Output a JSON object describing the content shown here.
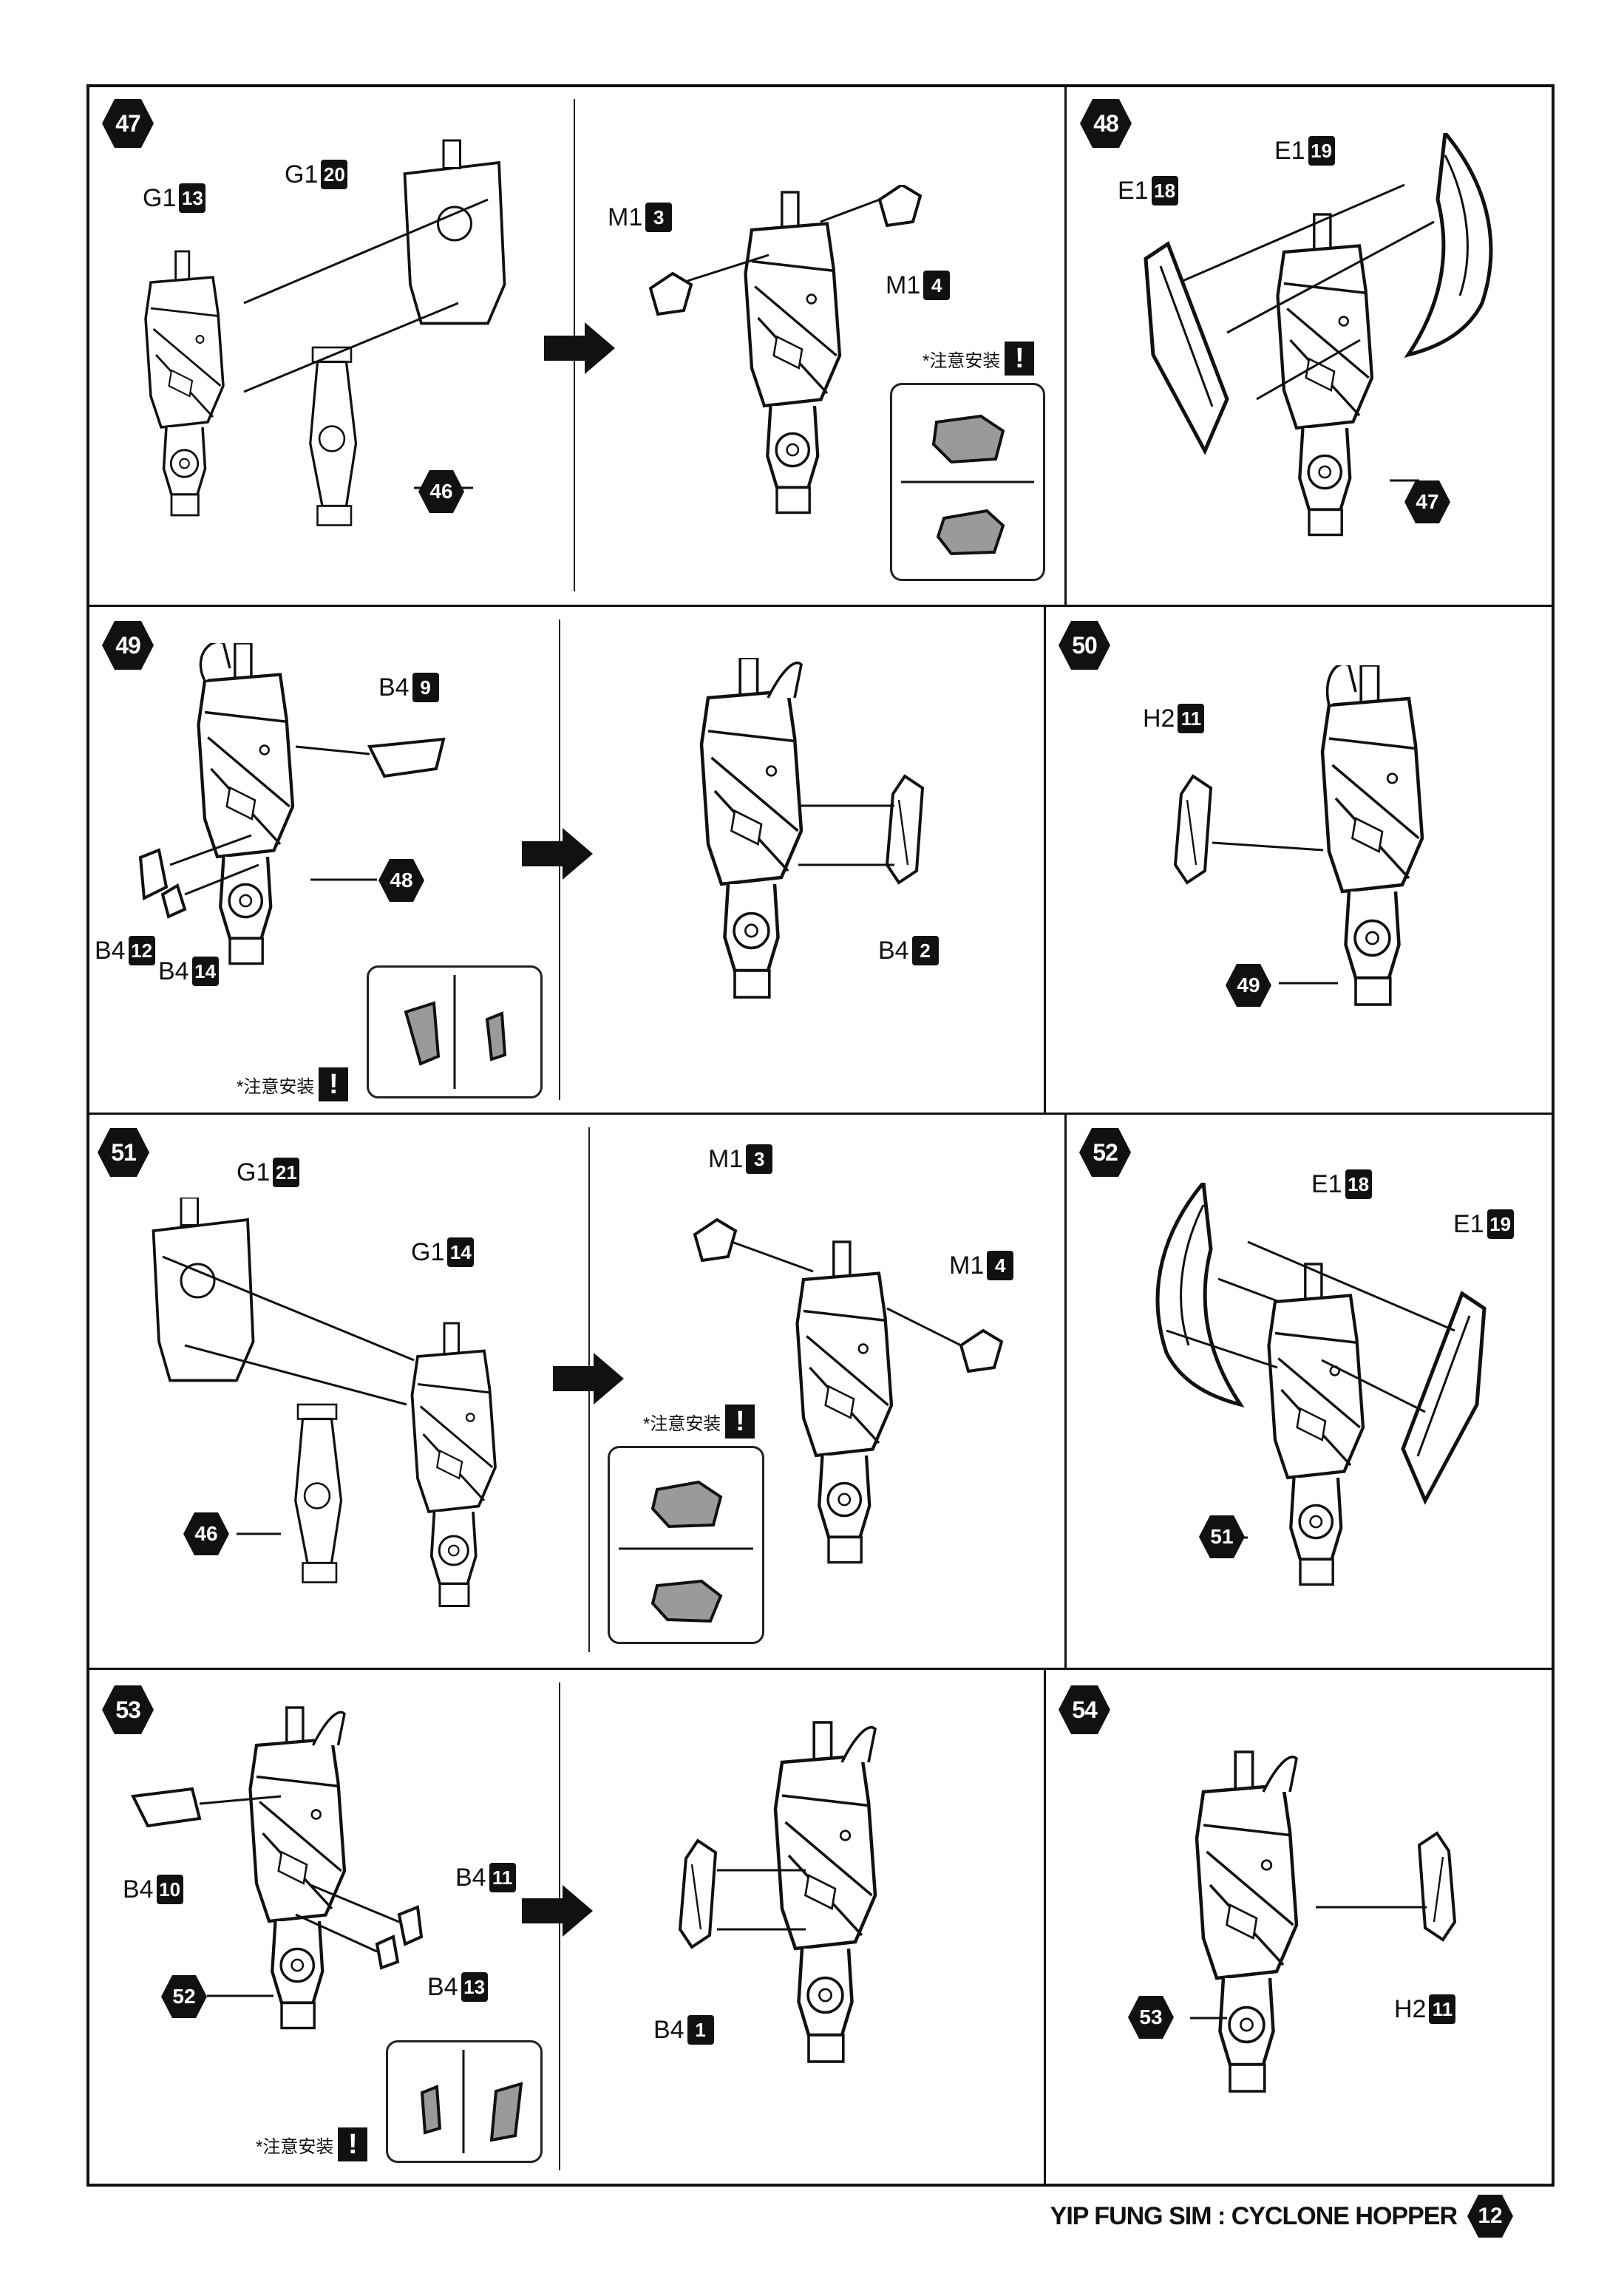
{
  "steps": {
    "s47": {
      "label": "47",
      "parts": {
        "g1_13": {
          "code": "G1",
          "num": "13"
        },
        "g1_20": {
          "code": "G1",
          "num": "20"
        },
        "m1_3": {
          "code": "M1",
          "num": "3"
        },
        "m1_4": {
          "code": "M1",
          "num": "4"
        }
      },
      "ref": "46",
      "note": "*注意安装"
    },
    "s48": {
      "label": "48",
      "parts": {
        "e1_19": {
          "code": "E1",
          "num": "19"
        },
        "e1_18": {
          "code": "E1",
          "num": "18"
        }
      },
      "ref": "47"
    },
    "s49": {
      "label": "49",
      "parts": {
        "b4_9": {
          "code": "B4",
          "num": "9"
        },
        "b4_12": {
          "code": "B4",
          "num": "12"
        },
        "b4_14": {
          "code": "B4",
          "num": "14"
        },
        "b4_2": {
          "code": "B4",
          "num": "2"
        }
      },
      "ref": "48",
      "note": "*注意安装"
    },
    "s50": {
      "label": "50",
      "parts": {
        "h2_11": {
          "code": "H2",
          "num": "11"
        }
      },
      "ref": "49"
    },
    "s51": {
      "label": "51",
      "parts": {
        "g1_21": {
          "code": "G1",
          "num": "21"
        },
        "g1_14": {
          "code": "G1",
          "num": "14"
        },
        "m1_3": {
          "code": "M1",
          "num": "3"
        },
        "m1_4": {
          "code": "M1",
          "num": "4"
        }
      },
      "ref": "46",
      "note": "*注意安装"
    },
    "s52": {
      "label": "52",
      "parts": {
        "e1_18": {
          "code": "E1",
          "num": "18"
        },
        "e1_19": {
          "code": "E1",
          "num": "19"
        }
      },
      "ref": "51"
    },
    "s53": {
      "label": "53",
      "parts": {
        "b4_10": {
          "code": "B4",
          "num": "10"
        },
        "b4_11": {
          "code": "B4",
          "num": "11"
        },
        "b4_13": {
          "code": "B4",
          "num": "13"
        },
        "b4_1": {
          "code": "B4",
          "num": "1"
        }
      },
      "ref": "52",
      "note": "*注意安装"
    },
    "s54": {
      "label": "54",
      "parts": {
        "h2_11": {
          "code": "H2",
          "num": "11"
        }
      },
      "ref": "53"
    }
  },
  "footer": {
    "title": "YIP FUNG SIM : CYCLONE HOPPER",
    "page": "12"
  },
  "colors": {
    "ink": "#111111",
    "hint_fill": "#9a9a9a",
    "paper": "#ffffff"
  }
}
